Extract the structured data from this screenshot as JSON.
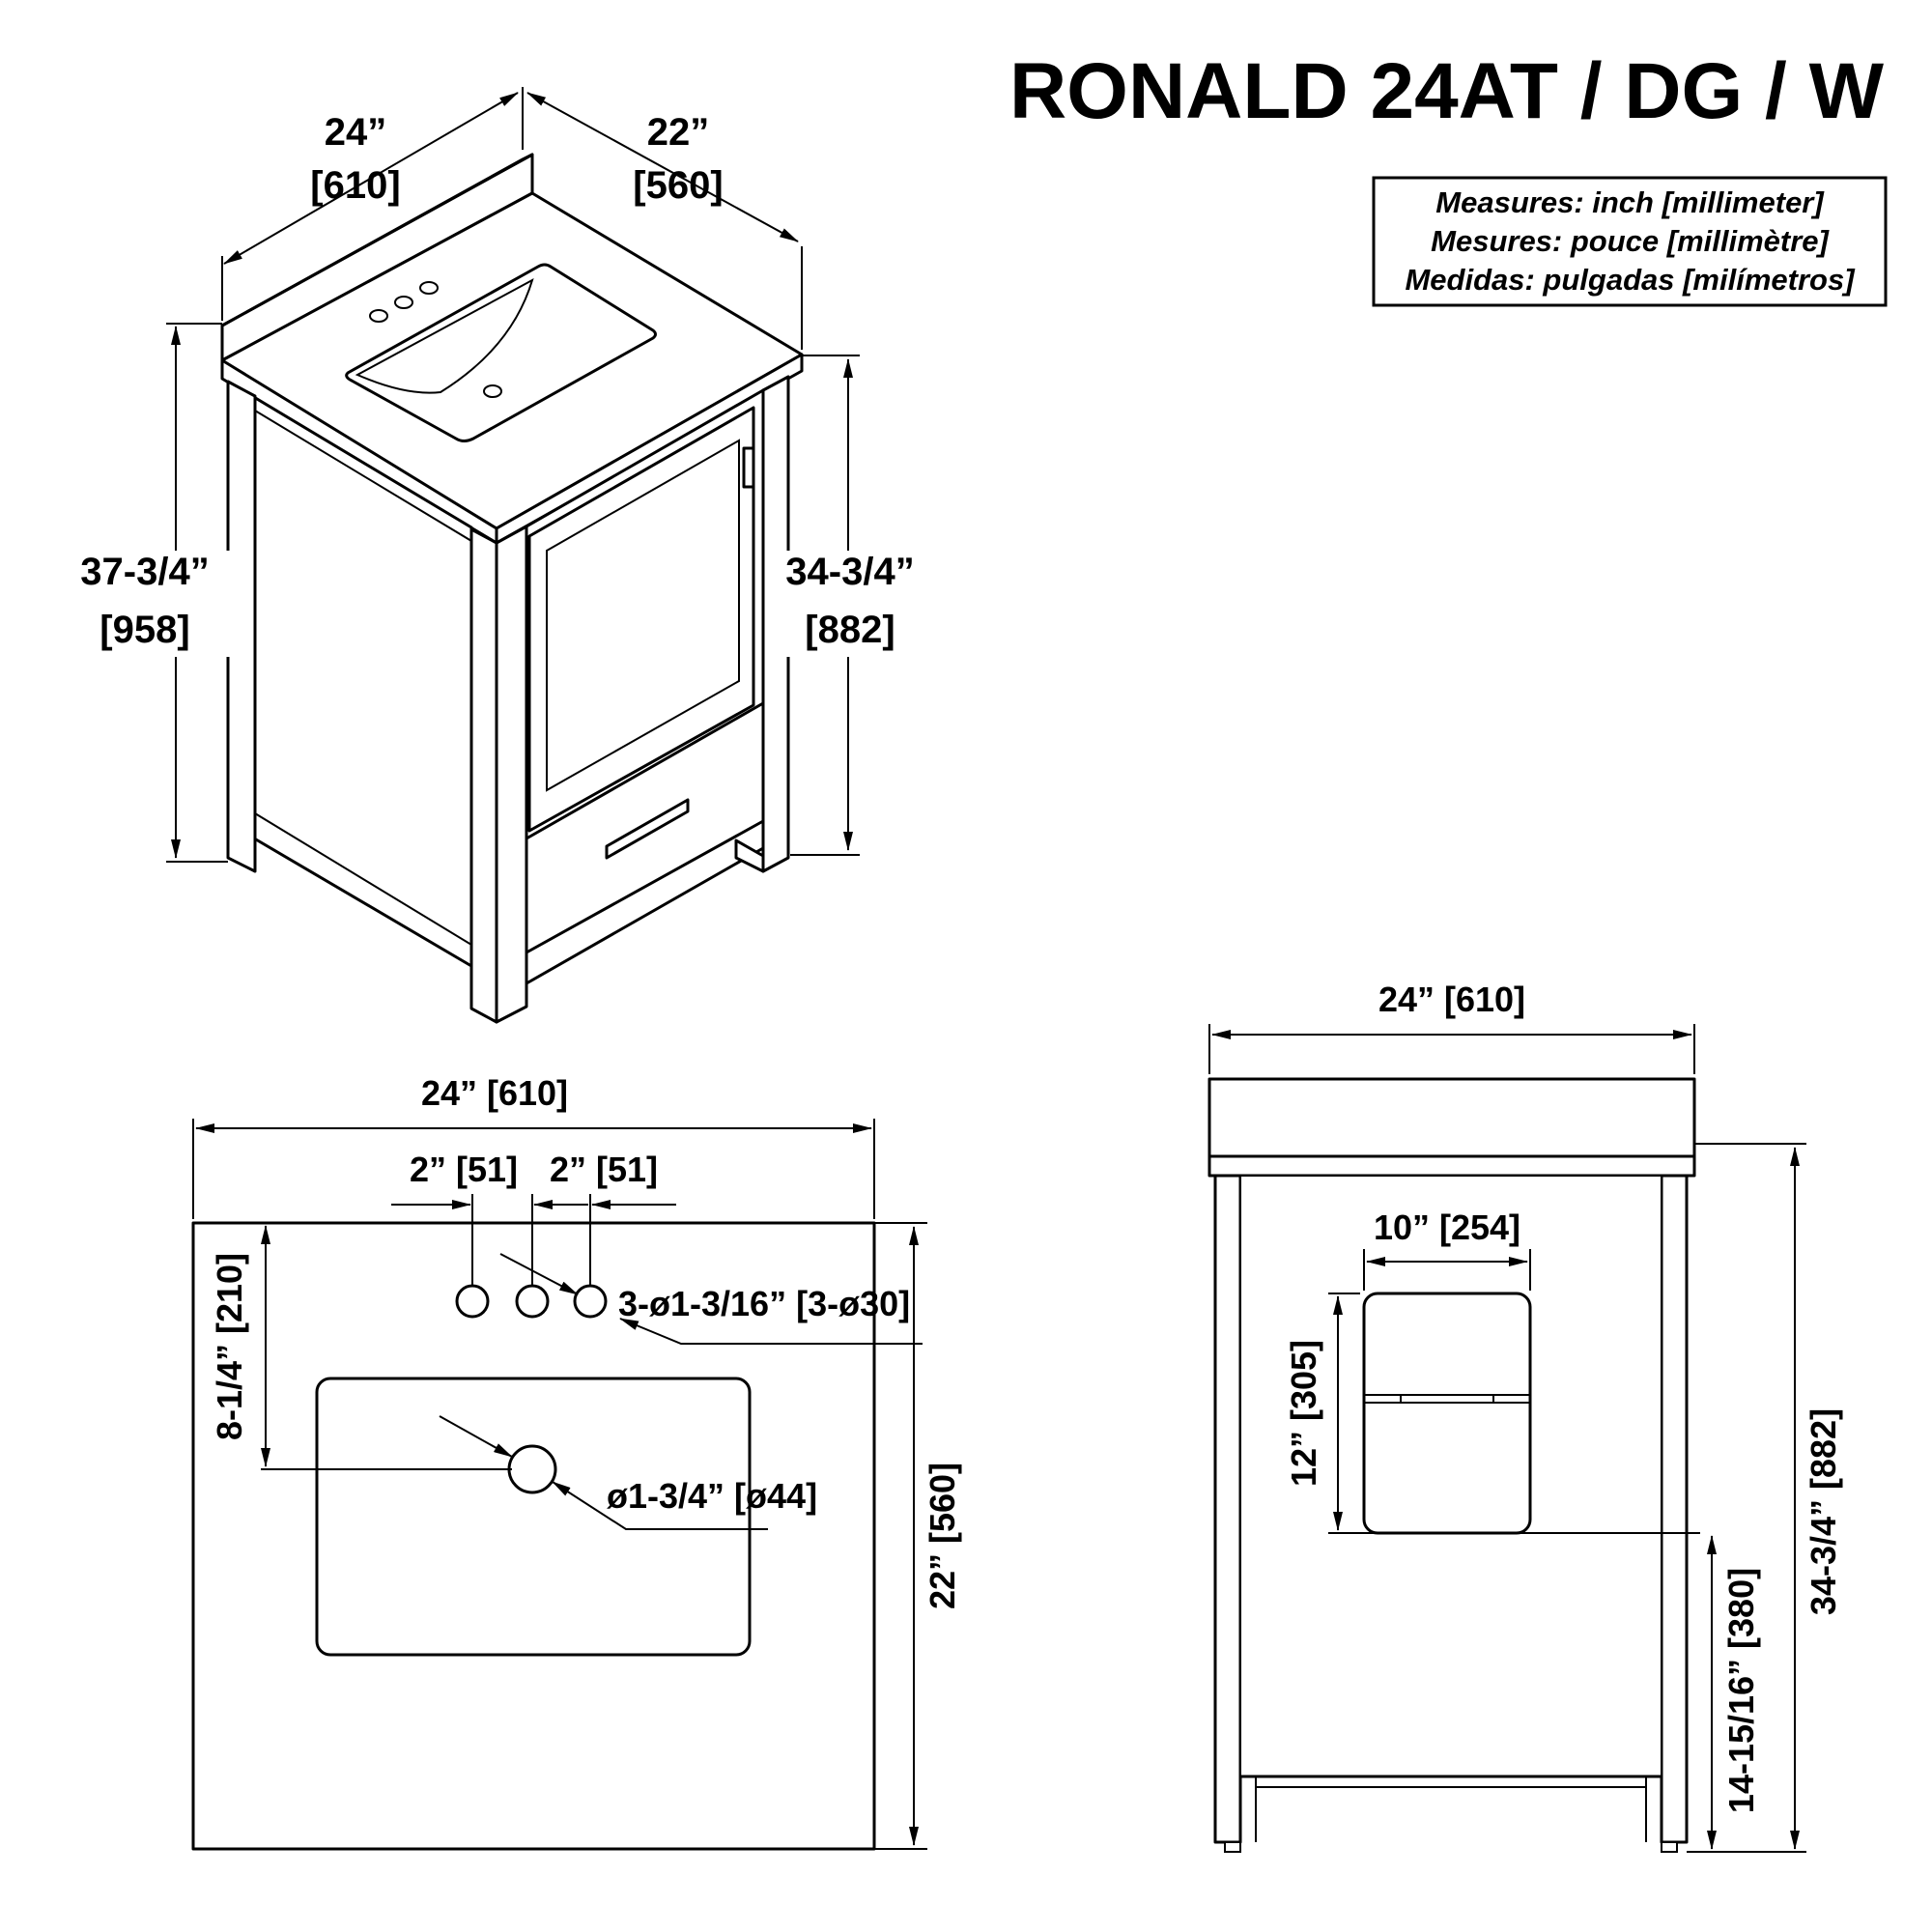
{
  "title": "RONALD 24AT / DG / W",
  "units_note": {
    "line1": "Measures: inch [millimeter]",
    "line2": "Mesures: pouce [millimètre]",
    "line3": "Medidas: pulgadas [milímetros]"
  },
  "iso_view": {
    "width_in": "24”",
    "width_mm": "[610]",
    "depth_in": "22”",
    "depth_mm": "[560]",
    "total_height_in": "37-3/4”",
    "total_height_mm": "[958]",
    "cabinet_height_in": "34-3/4”",
    "cabinet_height_mm": "[882]"
  },
  "top_view": {
    "width": "24” [610]",
    "hole_spacing_left": "2” [51]",
    "hole_spacing_right": "2” [51]",
    "faucet_holes": "3-ø1-3/16” [3-ø30]",
    "drain_hole": "ø1-3/4” [ø44]",
    "drain_offset": "8-1/4” [210]",
    "depth": "22” [560]"
  },
  "back_view": {
    "width": "24” [610]",
    "cutout_width": "10” [254]",
    "cutout_height": "12” [305]",
    "cutout_floor_height": "14-15/16” [380]",
    "cabinet_height": "34-3/4” [882]"
  }
}
